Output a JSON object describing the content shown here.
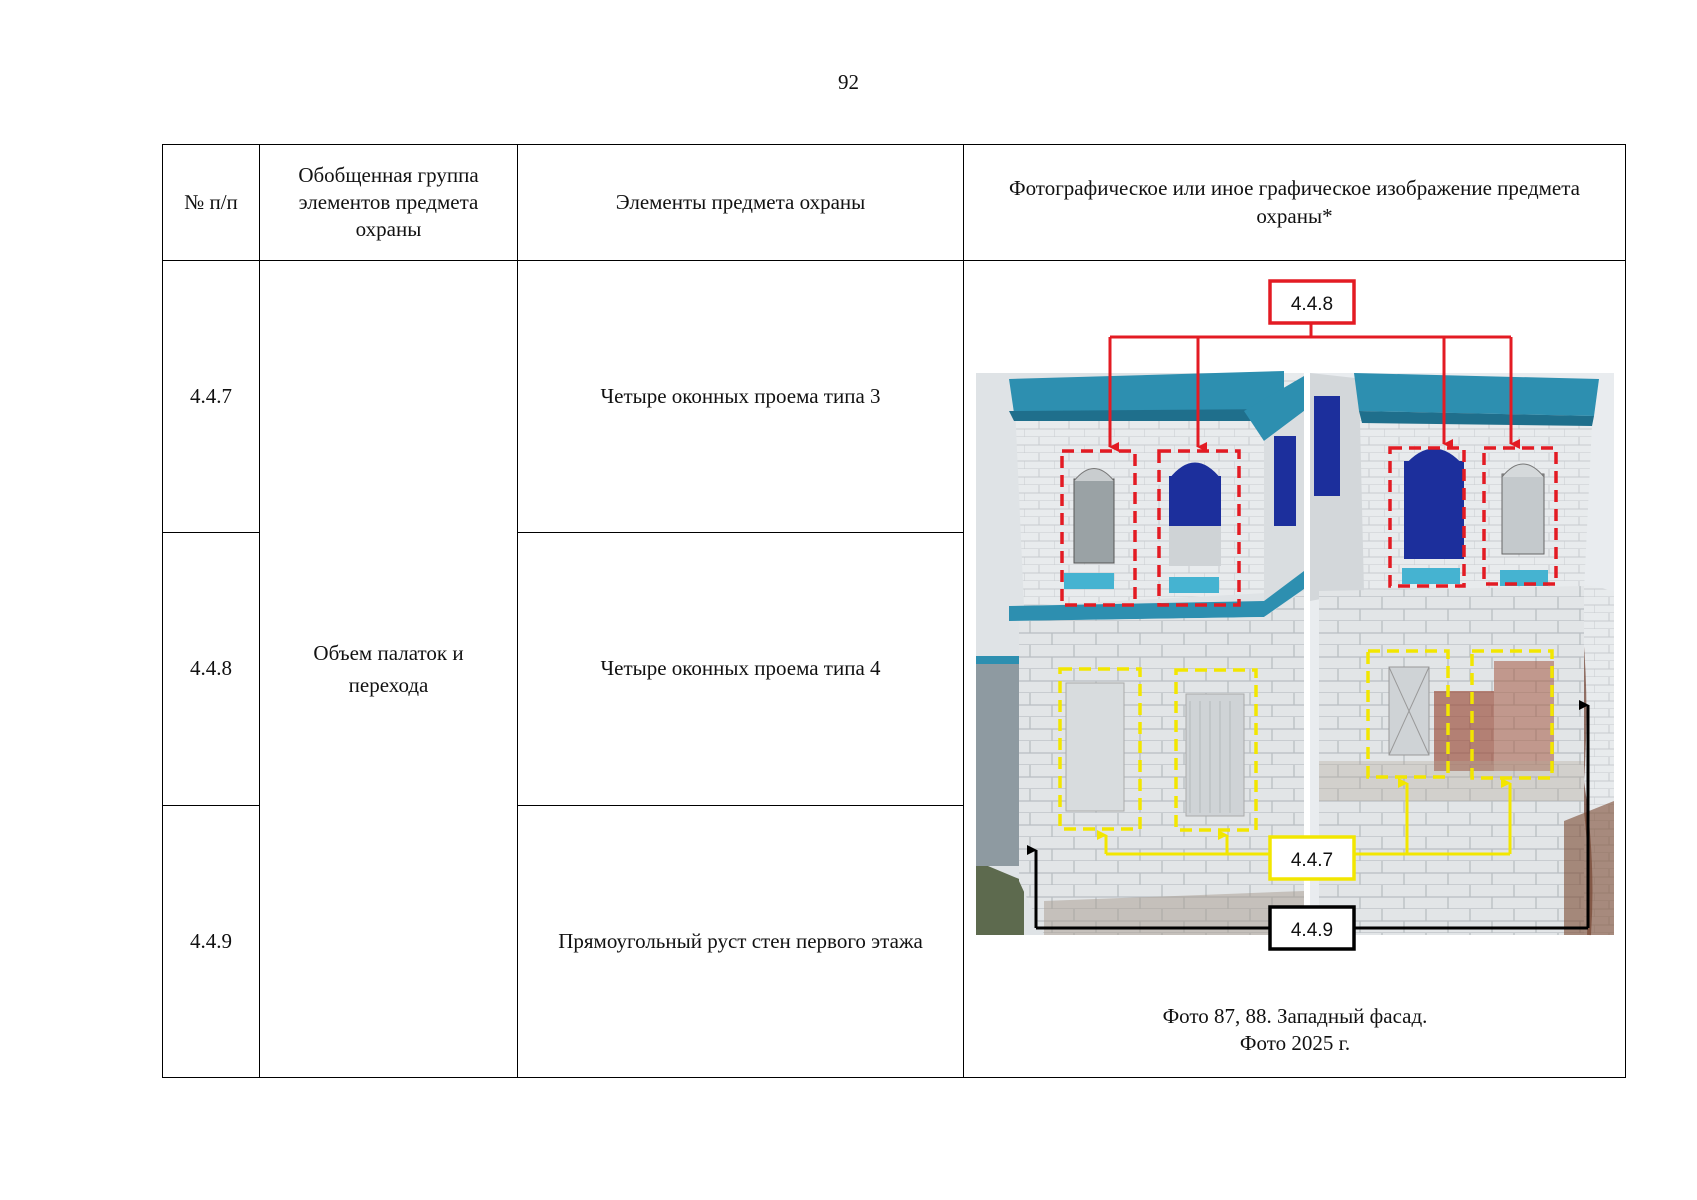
{
  "page": {
    "number": "92"
  },
  "table": {
    "headers": [
      "№ п/п",
      "Обобщенная группа элементов предмета охраны",
      "Элементы предмета охраны",
      "Фотографическое или иное графическое изображение предмета охраны*"
    ],
    "group_label": "Объем палаток и перехода",
    "rows": [
      {
        "number": "4.4.7",
        "element": "Четыре оконных проема типа 3"
      },
      {
        "number": "4.4.8",
        "element": "Четыре оконных проема типа 4"
      },
      {
        "number": "4.4.9",
        "element": "Прямоугольный руст стен первого этажа"
      }
    ]
  },
  "photo": {
    "callouts": {
      "red": "4.4.8",
      "yellow": "4.4.7",
      "black": "4.4.9"
    },
    "caption_line1": "Фото 87, 88. Западный фасад.",
    "caption_line2": "Фото 2025 г.",
    "colors": {
      "red": "#e31b23",
      "yellow": "#f2e600",
      "black": "#000000",
      "cornice_blue": "#2d8fb0",
      "glass_blue": "#1c2f9c",
      "wall_white": "#e4e8ea",
      "sky": "#e9ecef"
    }
  }
}
